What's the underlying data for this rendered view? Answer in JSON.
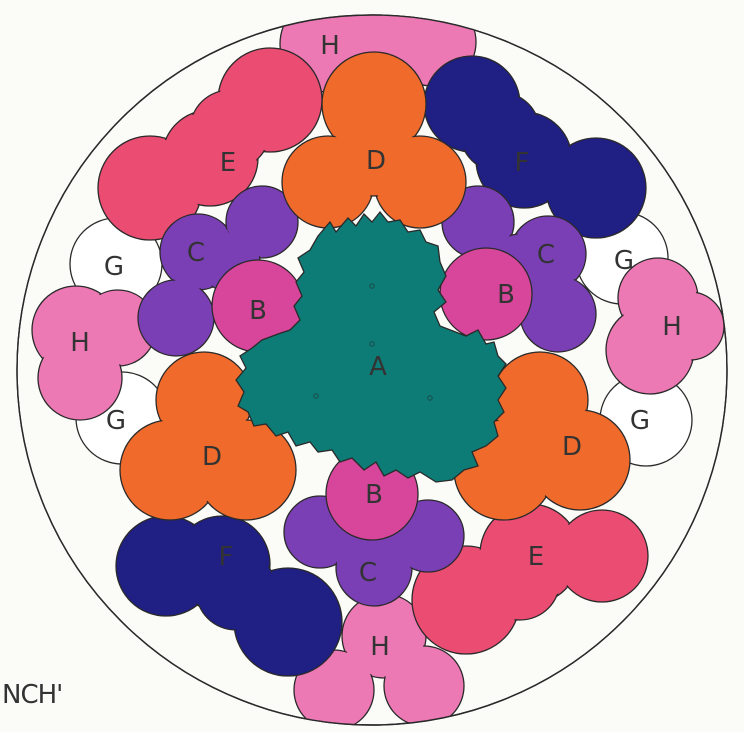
{
  "caption": "NCH'",
  "colors": {
    "A": "#0d7c76",
    "B": "#d8469b",
    "C": "#7a3fb4",
    "D": "#f06b2b",
    "E": "#ea4c72",
    "F": "#1f1f84",
    "G": "#ffffff",
    "H": "#ec79b4",
    "outline": "#2a2a2a",
    "background": "#fbfbf8"
  },
  "pieces": [
    {
      "id": "H-top",
      "label": "H",
      "color_key": "H"
    },
    {
      "id": "E-upper-left",
      "label": "E",
      "color_key": "E"
    },
    {
      "id": "D-top",
      "label": "D",
      "color_key": "D"
    },
    {
      "id": "F-upper-right",
      "label": "F",
      "color_key": "F"
    },
    {
      "id": "G-left-upper",
      "label": "G",
      "color_key": "G"
    },
    {
      "id": "C-left",
      "label": "C",
      "color_key": "C"
    },
    {
      "id": "B-left",
      "label": "B",
      "color_key": "B"
    },
    {
      "id": "A-center",
      "label": "A",
      "color_key": "A"
    },
    {
      "id": "B-right",
      "label": "B",
      "color_key": "B"
    },
    {
      "id": "C-right",
      "label": "C",
      "color_key": "C"
    },
    {
      "id": "G-right-upper",
      "label": "G",
      "color_key": "G"
    },
    {
      "id": "H-left",
      "label": "H",
      "color_key": "H"
    },
    {
      "id": "H-right",
      "label": "H",
      "color_key": "H"
    },
    {
      "id": "G-left-lower",
      "label": "G",
      "color_key": "G"
    },
    {
      "id": "D-left",
      "label": "D",
      "color_key": "D"
    },
    {
      "id": "D-right",
      "label": "D",
      "color_key": "D"
    },
    {
      "id": "G-right-lower",
      "label": "G",
      "color_key": "G"
    },
    {
      "id": "B-bottom",
      "label": "B",
      "color_key": "B"
    },
    {
      "id": "C-bottom",
      "label": "C",
      "color_key": "C"
    },
    {
      "id": "F-lower-left",
      "label": "F",
      "color_key": "F"
    },
    {
      "id": "E-lower-right",
      "label": "E",
      "color_key": "E"
    },
    {
      "id": "H-bottom",
      "label": "H",
      "color_key": "H"
    }
  ]
}
